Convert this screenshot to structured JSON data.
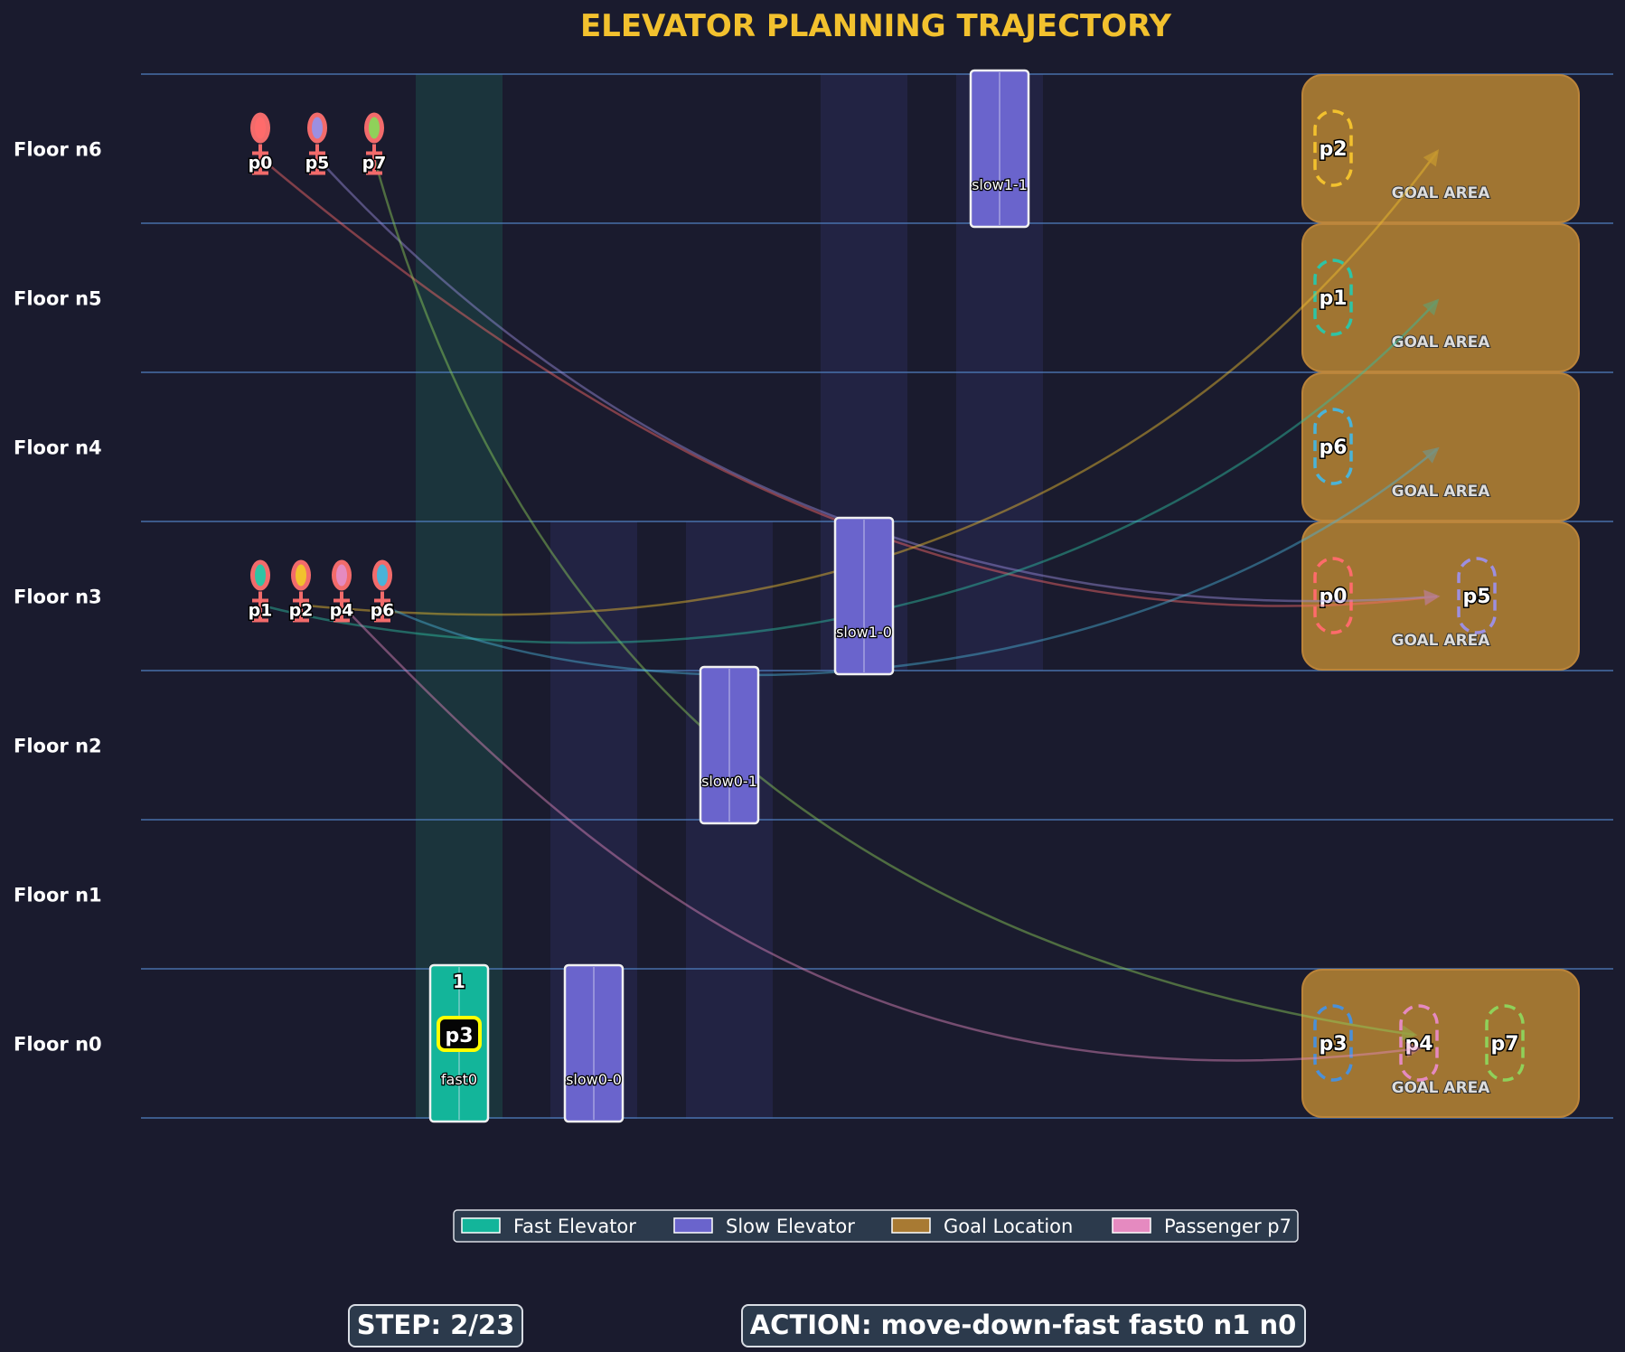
{
  "title": "ELEVATOR PLANNING TRAJECTORY",
  "floors": [
    {
      "id": "n6",
      "label": "Floor n6"
    },
    {
      "id": "n5",
      "label": "Floor n5"
    },
    {
      "id": "n4",
      "label": "Floor n4"
    },
    {
      "id": "n3",
      "label": "Floor n3"
    },
    {
      "id": "n2",
      "label": "Floor n2"
    },
    {
      "id": "n1",
      "label": "Floor n1"
    },
    {
      "id": "n0",
      "label": "Floor n0"
    }
  ],
  "elevators": [
    {
      "id": "fast0",
      "type": "fast",
      "floor": "n0",
      "passengers": [
        "p3"
      ],
      "count": "1"
    },
    {
      "id": "slow0-0",
      "type": "slow",
      "floor": "n0",
      "passengers": [],
      "count": ""
    },
    {
      "id": "slow0-1",
      "type": "slow",
      "floor": "n2",
      "passengers": [],
      "count": ""
    },
    {
      "id": "slow1-0",
      "type": "slow",
      "floor": "n3",
      "passengers": [],
      "count": ""
    },
    {
      "id": "slow1-1",
      "type": "slow",
      "floor": "n6",
      "passengers": [],
      "count": ""
    }
  ],
  "waiting_passengers": [
    {
      "id": "p0",
      "floor": "n6",
      "color": "#ff6b6b"
    },
    {
      "id": "p5",
      "floor": "n6",
      "color": "#9d8fe0"
    },
    {
      "id": "p7",
      "floor": "n6",
      "color": "#8fd15a"
    },
    {
      "id": "p1",
      "floor": "n3",
      "color": "#2ec4a5"
    },
    {
      "id": "p2",
      "floor": "n3",
      "color": "#f2c12e"
    },
    {
      "id": "p4",
      "floor": "n3",
      "color": "#e58ac0"
    },
    {
      "id": "p6",
      "floor": "n3",
      "color": "#4ab3d8"
    }
  ],
  "goals": [
    {
      "floor": "n6",
      "label": "GOAL AREA",
      "passengers": [
        {
          "id": "p2",
          "color": "#f2c12e"
        }
      ]
    },
    {
      "floor": "n5",
      "label": "GOAL AREA",
      "passengers": [
        {
          "id": "p1",
          "color": "#2ec4a5"
        }
      ]
    },
    {
      "floor": "n4",
      "label": "GOAL AREA",
      "passengers": [
        {
          "id": "p6",
          "color": "#4ab3d8"
        }
      ]
    },
    {
      "floor": "n3",
      "label": "GOAL AREA",
      "passengers": [
        {
          "id": "p0",
          "color": "#ff6b6b"
        },
        {
          "id": "p5",
          "color": "#9d8fe0"
        }
      ]
    },
    {
      "floor": "n0",
      "label": "GOAL AREA",
      "passengers": [
        {
          "id": "p3",
          "color": "#4a90d9"
        },
        {
          "id": "p4",
          "color": "#e58ac0"
        },
        {
          "id": "p7",
          "color": "#8fd15a"
        }
      ]
    }
  ],
  "trajectories": [
    {
      "passenger": "p0",
      "from_floor": "n6",
      "to_floor": "n3",
      "color": "#ff6b6b"
    },
    {
      "passenger": "p5",
      "from_floor": "n6",
      "to_floor": "n3",
      "color": "#9d8fe0"
    },
    {
      "passenger": "p7",
      "from_floor": "n6",
      "to_floor": "n0",
      "color": "#8fd15a"
    },
    {
      "passenger": "p1",
      "from_floor": "n3",
      "to_floor": "n5",
      "color": "#2ec4a5"
    },
    {
      "passenger": "p2",
      "from_floor": "n3",
      "to_floor": "n6",
      "color": "#f2c12e"
    },
    {
      "passenger": "p4",
      "from_floor": "n3",
      "to_floor": "n0",
      "color": "#e58ac0"
    },
    {
      "passenger": "p6",
      "from_floor": "n3",
      "to_floor": "n4",
      "color": "#4ab3d8"
    }
  ],
  "legend": [
    {
      "label": "Fast Elevator",
      "color": "#13b59a"
    },
    {
      "label": "Slow Elevator",
      "color": "#6a64cc"
    },
    {
      "label": "Goal Location",
      "color": "#a87a33"
    },
    {
      "label": "Passenger p7",
      "color": "#e58ac0"
    }
  ],
  "colors": {
    "background": "#1a1b2e",
    "title": "#f2c12e",
    "floor_line": "#4f7fbf",
    "fast_elevator": "#13b59a",
    "slow_elevator": "#6a64cc",
    "goal": "#a87a33",
    "highlight": "#ffff00"
  },
  "status": {
    "step": "STEP: 2/23",
    "action": "ACTION: move-down-fast fast0 n1 n0"
  }
}
